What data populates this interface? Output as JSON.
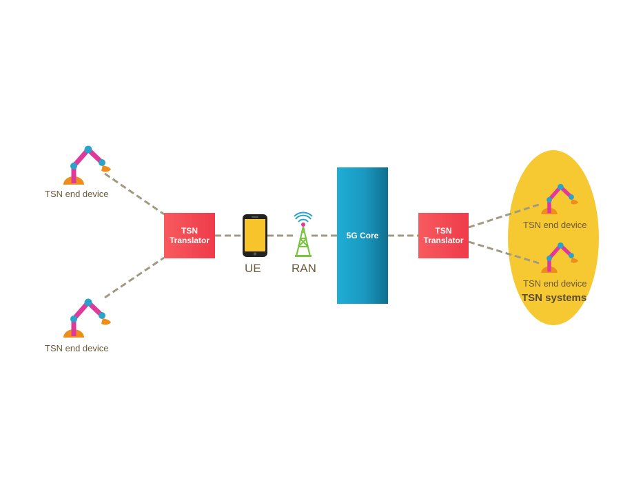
{
  "nodes": {
    "left_device_top": {
      "label": "TSN end device"
    },
    "left_device_bottom": {
      "label": "TSN end device"
    },
    "left_translator": {
      "line1": "TSN",
      "line2": "Translator"
    },
    "ue": {
      "label": "UE"
    },
    "ran": {
      "label": "RAN"
    },
    "core": {
      "label": "5G Core"
    },
    "right_translator": {
      "line1": "TSN",
      "line2": "Translator"
    },
    "right_device_top": {
      "label": "TSN end device"
    },
    "right_device_bottom": {
      "label": "TSN end device"
    },
    "tsn_systems": {
      "label": "TSN systems"
    }
  },
  "colors": {
    "translator": "#f2444f",
    "core": "#1c9bc2",
    "group": "#f6c932",
    "link": "#a09a80",
    "robot_arm": "#e0399c",
    "robot_joint": "#29a3c9",
    "robot_base": "#ef8d1a",
    "phone_screen": "#f7c52b",
    "tower": "#7cc242"
  },
  "icons": [
    "robot-arm-icon",
    "smartphone-icon",
    "radio-tower-icon"
  ]
}
